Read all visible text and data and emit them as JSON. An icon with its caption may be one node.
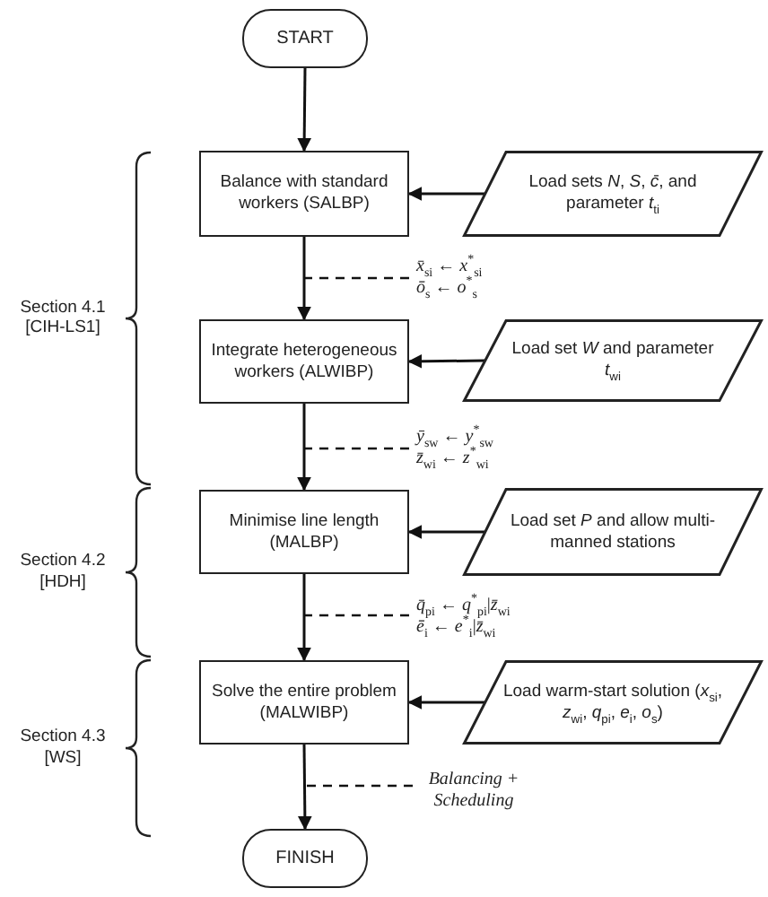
{
  "diagram": {
    "nodes": [
      {
        "text": [
          "START"
        ]
      },
      {
        "text": [
          "Balance with standard workers (SALBP)"
        ]
      },
      {
        "text": [
          "Load sets *N*, *S*, *c̄*, and parameter *t*$_{ti}$"
        ]
      },
      {
        "text": [
          "Integrate heterogeneous workers (ALWIBP)"
        ]
      },
      {
        "text": [
          "Load set *W* and parameter *t*$_{wi}$"
        ]
      },
      {
        "text": [
          "Minimise line length (MALBP)"
        ]
      },
      {
        "text": [
          "Load set *P* and allow multi-manned stations"
        ]
      },
      {
        "text": [
          "Solve the entire problem (MALWIBP)"
        ]
      },
      {
        "text": [
          "Load warm-start solution (*x*$_{si}$, *z*$_{wi}$, *q*$_{pi}$, *e*$_{i}$, *o*$_{s}$)"
        ]
      },
      {
        "text": [
          "FINISH"
        ]
      },
      {
        "text": [
          "*x̄*$_{si}$ ← *x*$^{*}$$_{si}$",
          "*ō*$_{s}$ ← *o*$^{*}$$_{s}$"
        ]
      },
      {
        "text": [
          "*ȳ*$_{sw}$ ← *y*$^{*}$$_{sw}$",
          "*z̄*$_{wi}$ ← *z*$^{*}$$_{wi}$"
        ]
      },
      {
        "text": [
          "*q̄*$_{pi}$ ← *q*$^{*}$$_{pi}$|*z̄*$_{wi}$",
          "*ē*$_{i}$ ← *e*$^{*}$$_{i}$|*z̄*$_{wi}$"
        ]
      },
      {
        "text": [
          "Balancing + Scheduling"
        ]
      }
    ],
    "edges": [
      {
        "from": 0,
        "to": 1,
        "arrow": "to"
      },
      {
        "from": 1,
        "to": 3,
        "arrow": "to"
      },
      {
        "from": 3,
        "to": 5,
        "arrow": "to"
      },
      {
        "from": 5,
        "to": 7,
        "arrow": "to"
      },
      {
        "from": 7,
        "to": 9,
        "arrow": "to"
      },
      {
        "from": 2,
        "to": 1,
        "arrow": "to"
      },
      {
        "from": 4,
        "to": 3,
        "arrow": "to"
      },
      {
        "from": 6,
        "to": 5,
        "arrow": "to"
      },
      {
        "from": 8,
        "to": 7,
        "arrow": "to"
      },
      {
        "from": 10,
        "to": null,
        "arrow": "none",
        "style": "dashed"
      },
      {
        "from": 11,
        "to": null,
        "arrow": "none",
        "style": "dashed"
      },
      {
        "from": 12,
        "to": null,
        "arrow": "none",
        "style": "dashed"
      },
      {
        "from": 13,
        "to": null,
        "arrow": "none",
        "style": "dashed"
      }
    ],
    "labels": [
      "Section 4.1 [CIH-LS1]",
      "Section 4.2 [HDH]",
      "Section 4.3 [WS]"
    ]
  }
}
